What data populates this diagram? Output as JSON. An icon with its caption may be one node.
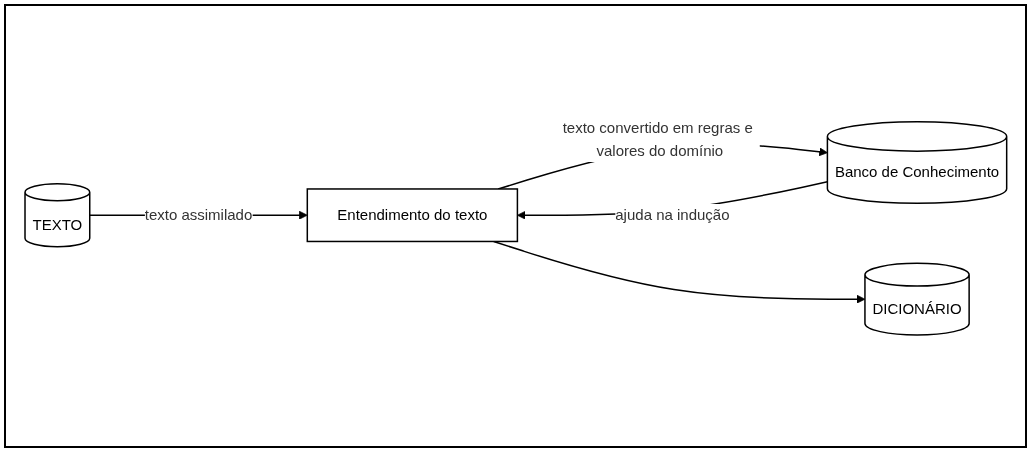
{
  "diagram": {
    "nodes": [
      {
        "text": [
          "TEXTO"
        ]
      },
      {
        "text": [
          "Entendimento do texto"
        ]
      },
      {
        "text": [
          "Banco de Conhecimento"
        ]
      },
      {
        "text": [
          "DICIONÁRIO"
        ]
      }
    ],
    "edges": [
      {
        "from": 0,
        "to": 1,
        "arrow": "to",
        "label": "texto assimilado"
      },
      {
        "from": 1,
        "to": 2,
        "arrow": "to",
        "label": "texto convertido em regras e valores do domínio"
      },
      {
        "from": 2,
        "to": 1,
        "arrow": "to",
        "label": "ajuda na indução"
      },
      {
        "from": 1,
        "to": 3,
        "arrow": "to"
      }
    ]
  }
}
